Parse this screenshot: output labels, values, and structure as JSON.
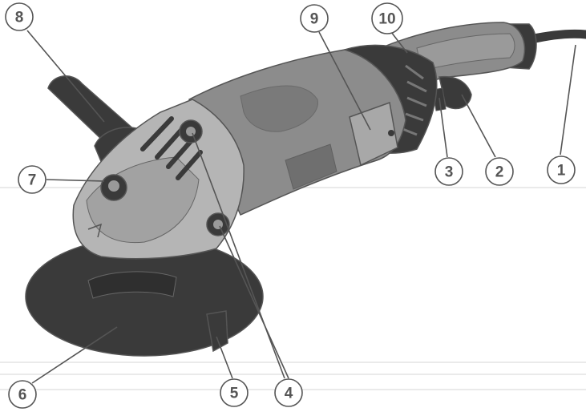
{
  "callouts": [
    {
      "id": "1",
      "label": "1"
    },
    {
      "id": "2",
      "label": "2"
    },
    {
      "id": "3",
      "label": "3"
    },
    {
      "id": "4",
      "label": "4"
    },
    {
      "id": "5",
      "label": "5"
    },
    {
      "id": "6",
      "label": "6"
    },
    {
      "id": "7",
      "label": "7"
    },
    {
      "id": "8",
      "label": "8"
    },
    {
      "id": "9",
      "label": "9"
    },
    {
      "id": "10",
      "label": "10"
    }
  ],
  "colors": {
    "body_dark": "#3a3a3a",
    "body_mid": "#8c8c8c",
    "body_light": "#b5b5b5",
    "outline": "#555555"
  }
}
